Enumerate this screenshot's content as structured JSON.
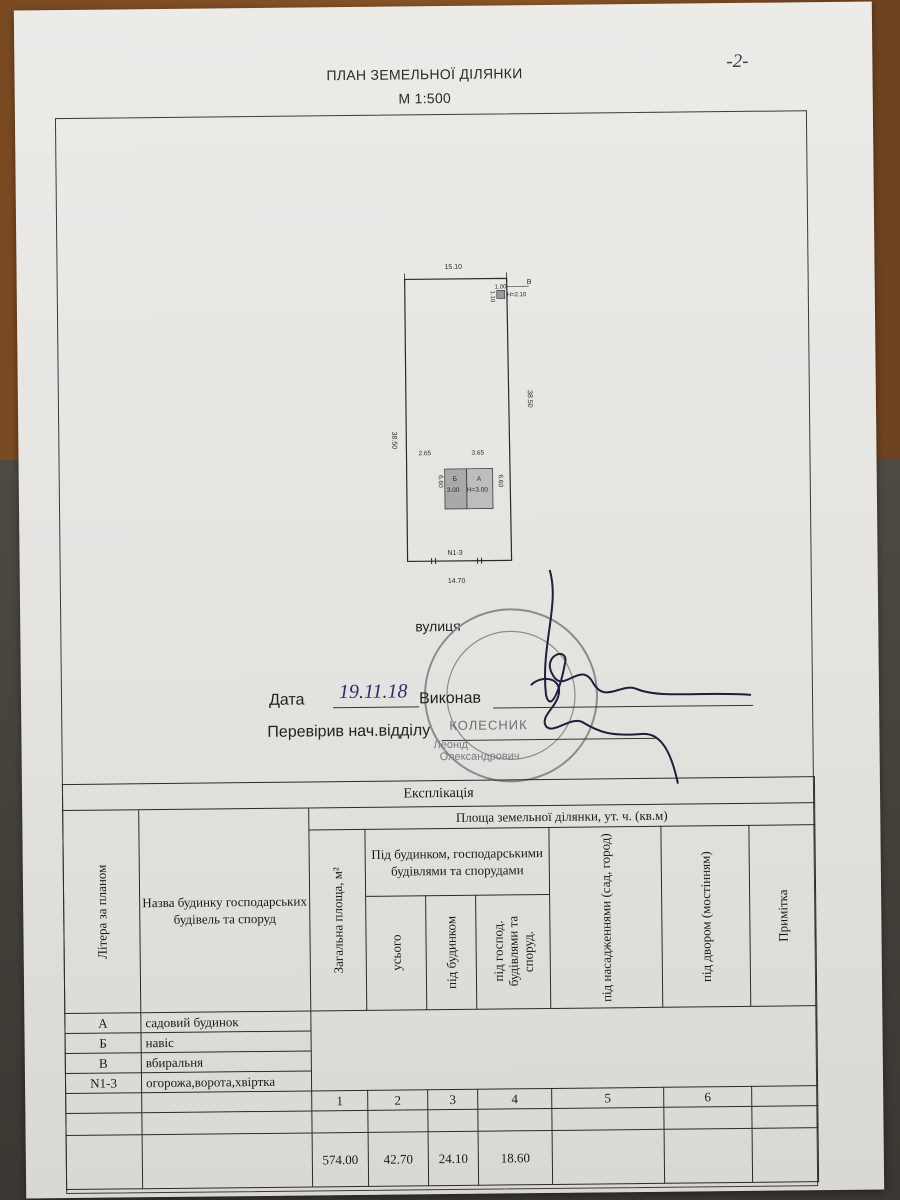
{
  "page_number": "-2-",
  "header": {
    "title": "ПЛАН ЗЕМЕЛЬНОЇ ДІЛЯНКИ",
    "scale": "М 1:500"
  },
  "plan": {
    "dim_top": "15.10",
    "dim_bottom": "14.70",
    "dim_left": "38.50",
    "dim_right": "38.50",
    "label_v": "В",
    "v_dim_a": "1.00",
    "v_dim_b": "1.10",
    "v_height": "H=2.10",
    "dim_b_width": "2.65",
    "dim_a_width": "3.65",
    "dim_ab_left": "6.60",
    "dim_ab_right": "6.60",
    "label_b": "Б",
    "label_a": "А",
    "b_dim": "3.00",
    "a_height": "H=3.00",
    "fence_label": "N1-3"
  },
  "street": "вулиця",
  "signatures": {
    "date_label": "Дата",
    "date_value": "19.11.18",
    "executed_label": "Виконав",
    "checked_label": "Перевірив нач.відділу",
    "stamp_name": "КОЛЕСНИК",
    "stamp_line1": "Леонід",
    "stamp_line2": "Олександрович"
  },
  "table": {
    "title": "Експлікація",
    "area_header": "Площа земельної ділянки, ут. ч. (кв.м)",
    "col_letter": "Літера за планом",
    "col_name": "Назва будинку господарських будівель та споруд",
    "col_total": "Загальна площа, м²",
    "col_under_group": "Під будинком, господарськими будівлями та спорудами",
    "col_all": "усього",
    "col_house": "під будинком",
    "col_outbuildings": "під господ. будівлями та споруд.",
    "col_planting": "під насадженнями (сад, город)",
    "col_yard": "під двором (мостінням)",
    "col_note": "Примітка",
    "rows": [
      {
        "letter": "А",
        "name": "садовий будинок"
      },
      {
        "letter": "Б",
        "name": "навіс"
      },
      {
        "letter": "В",
        "name": "вбиральня"
      },
      {
        "letter": "N1-3",
        "name": "огорожа,ворота,хвіртка"
      }
    ],
    "col_numbers": [
      "1",
      "2",
      "3",
      "4",
      "5",
      "6"
    ],
    "values": {
      "total": "574.00",
      "all": "42.70",
      "house": "24.10",
      "outbuildings": "18.60"
    }
  },
  "colors": {
    "paper": "#e8e7e4",
    "ink": "#2a2a2a",
    "signature_ink": "#1e1f3a",
    "stamp": "#7a7a80"
  }
}
